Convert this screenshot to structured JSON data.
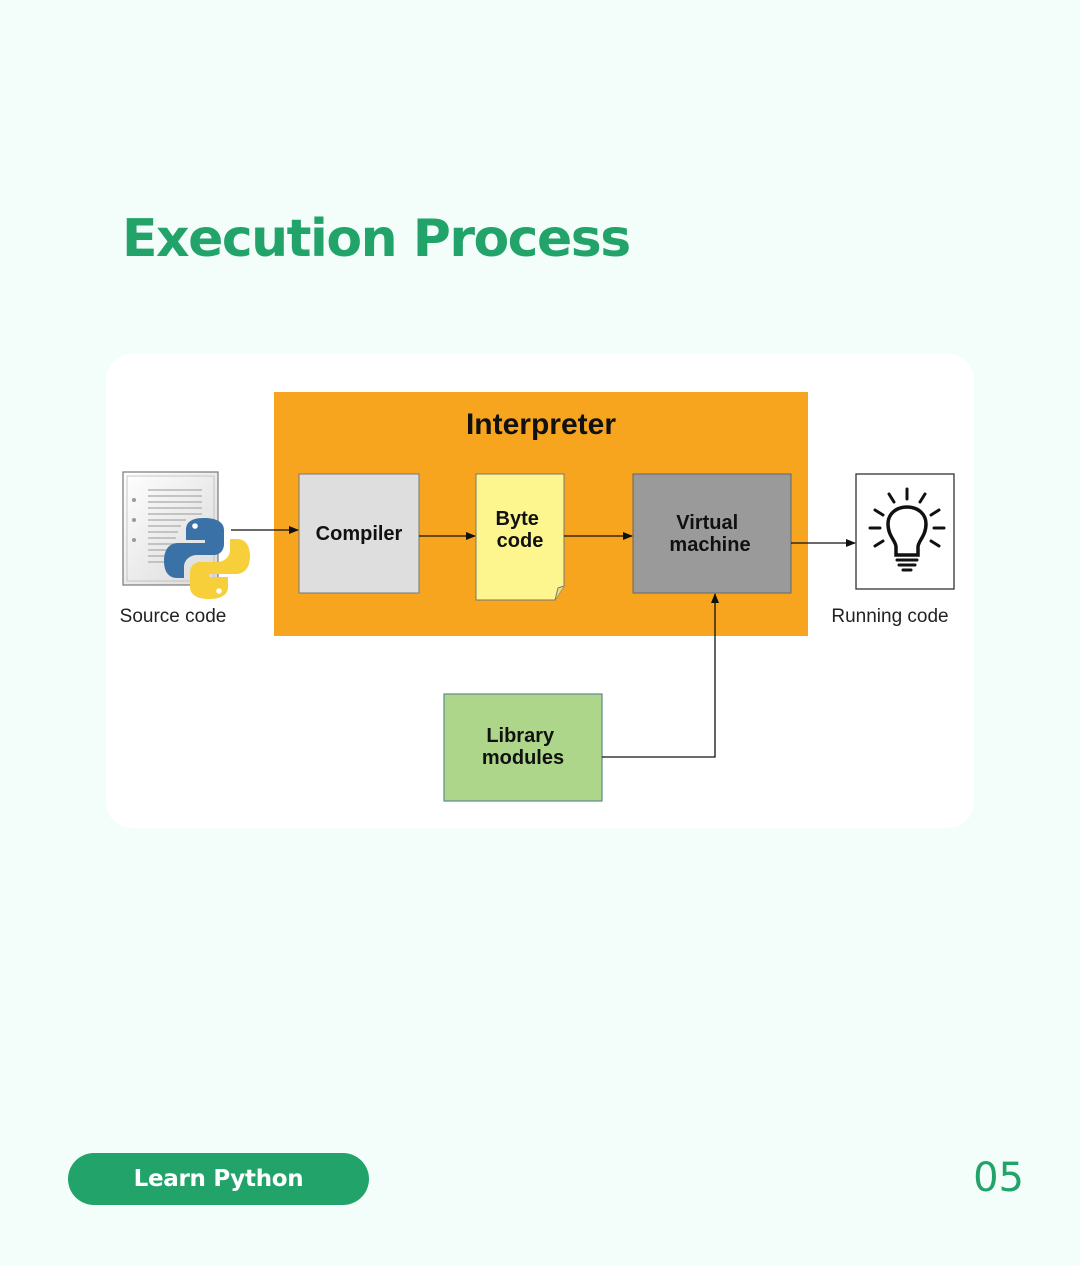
{
  "title": "Execution Process",
  "diagram": {
    "interpreter_label": "Interpreter",
    "compiler_label": "Compiler",
    "bytecode_lines": [
      "Byte",
      "code"
    ],
    "vm_lines": [
      "Virtual",
      "machine"
    ],
    "library_lines": [
      "Library",
      "modules"
    ],
    "source_caption": "Source code",
    "running_caption": "Running code",
    "colors": {
      "interpreter": "#f7a51f",
      "compiler": "#dedede",
      "bytecode": "#fdf58e",
      "virtual_machine": "#9a9a9a",
      "library": "#aed68a",
      "accent": "#22a36a"
    }
  },
  "footer": {
    "pill_label": "Learn Python",
    "page_number": "05"
  }
}
